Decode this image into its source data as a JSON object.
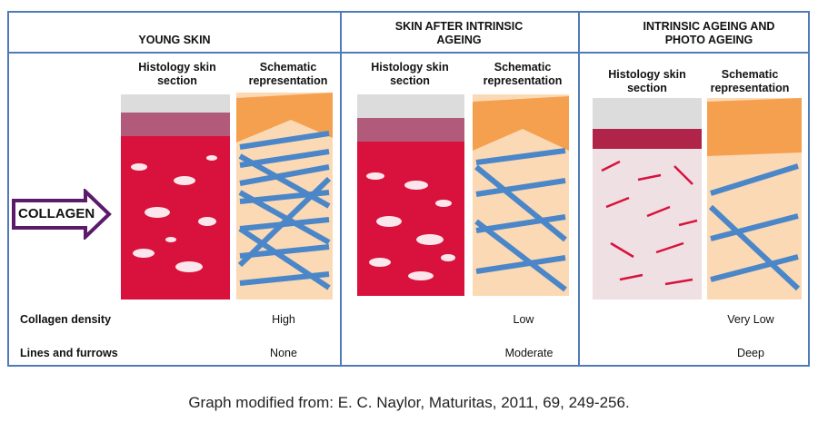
{
  "columns": [
    {
      "title": "YOUNG SKIN",
      "histology_label": "Histology skin section",
      "schematic_label": "Schematic representation",
      "density": "High",
      "lines": "None"
    },
    {
      "title": "SKIN AFTER INTRINSIC AGEING",
      "histology_label": "Histology skin section",
      "schematic_label": "Schematic representation",
      "density": "Low",
      "lines": "Moderate"
    },
    {
      "title": "INTRINSIC AGEING AND PHOTO AGEING",
      "histology_label": "Histology skin section",
      "schematic_label": "Schematic representation",
      "density": "Very Low",
      "lines": "Deep"
    }
  ],
  "arrow_label": "COLLAGEN",
  "rows": {
    "density": "Collagen density",
    "lines": "Lines and furrows"
  },
  "caption": "Graph modified from: E. C. Naylor, Maturitas, 2011, 69, 249-256.",
  "colors": {
    "border": "#4f7bb8",
    "collagen_red": "#d8123c",
    "epidermis": "#f5a04e",
    "dermis": "#fbd9b5",
    "fiber": "#4a86c8",
    "arrow": "#5c1a6b"
  }
}
